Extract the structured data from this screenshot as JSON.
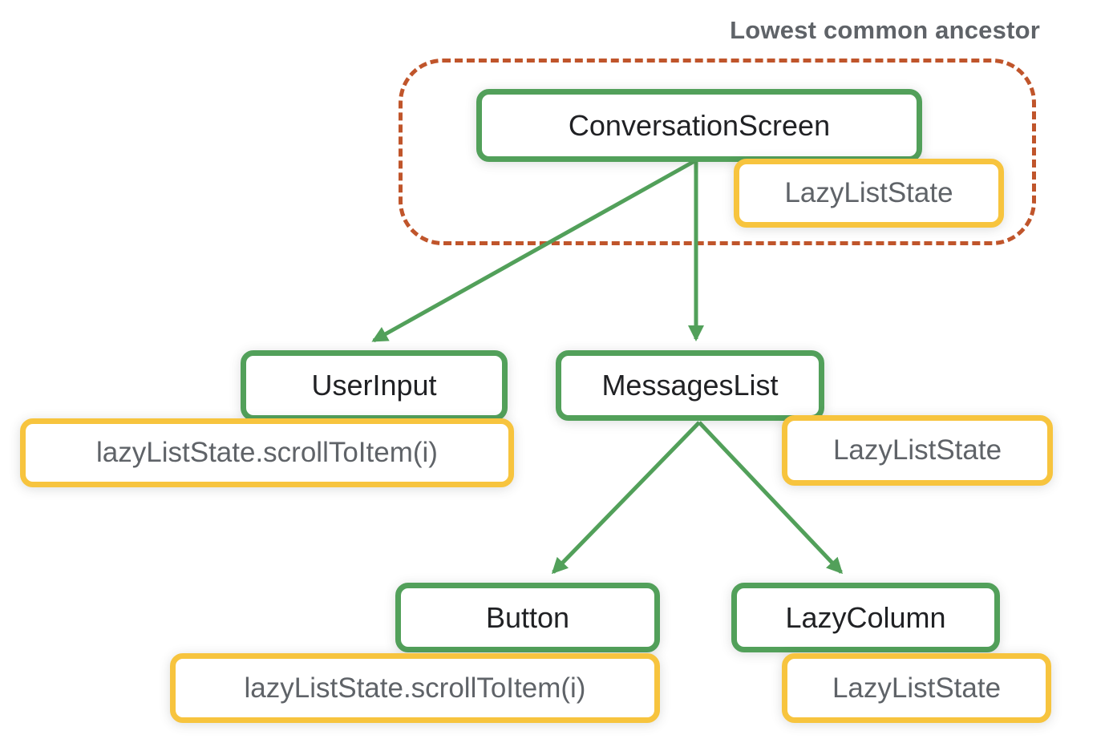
{
  "annotation": {
    "label": "Lowest common ancestor"
  },
  "nodes": {
    "conversation_screen": {
      "label": "ConversationScreen",
      "state": "LazyListState"
    },
    "user_input": {
      "label": "UserInput",
      "state": "lazyListState.scrollToItem(i)"
    },
    "messages_list": {
      "label": "MessagesList",
      "state": "LazyListState"
    },
    "button": {
      "label": "Button",
      "state": "lazyListState.scrollToItem(i)"
    },
    "lazy_column": {
      "label": "LazyColumn",
      "state": "LazyListState"
    }
  },
  "edges": [
    {
      "from": "ConversationScreen",
      "to": "UserInput"
    },
    {
      "from": "ConversationScreen",
      "to": "MessagesList"
    },
    {
      "from": "MessagesList",
      "to": "Button"
    },
    {
      "from": "MessagesList",
      "to": "LazyColumn"
    }
  ],
  "lowest_common_ancestor_contains": [
    "ConversationScreen",
    "LazyListState"
  ],
  "colors": {
    "node_border_green": "#52a05a",
    "state_border_yellow": "#f7c43e",
    "ancestor_outline_rust": "#c0552b",
    "node_text": "#202124",
    "state_text": "#5f6368",
    "annotation_text": "#5f6368",
    "edge_green": "#52a05a"
  }
}
